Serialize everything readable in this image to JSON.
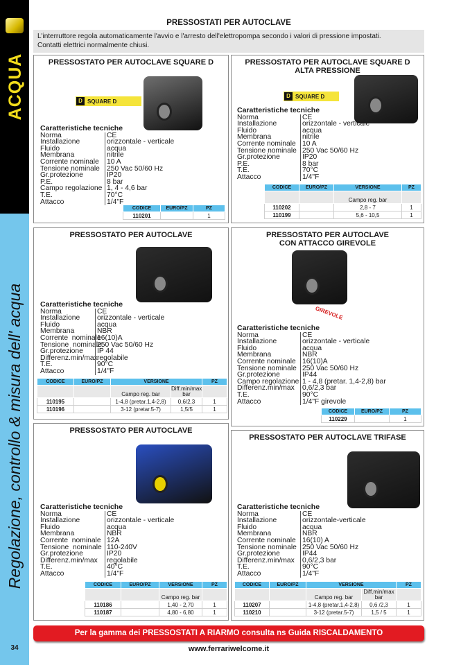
{
  "sidebar": {
    "section": "ACQUA",
    "category": "Regolazione, controllo & misura dell' acqua",
    "page_number": "34"
  },
  "header": {
    "title": "PRESSOSTATI PER AUTOCLAVE",
    "intro_line1": "L'interruttore regola automaticamente l'avvio e l'arresto dell'elettropompa secondo i valori di pressione impostati.",
    "intro_line2": "Contatti elettrici normalmente chiusi."
  },
  "products": [
    {
      "title": [
        "PRESSOSTATO PER AUTOCLAVE SQUARE D"
      ],
      "logo": "SQUARE D",
      "image_color": "#6e6e6e",
      "specs_heading": "Caratteristiche tecniche",
      "specs": [
        [
          "Norma",
          "CE"
        ],
        [
          "Installazione",
          "orizzontale - verticale"
        ],
        [
          "Fluido",
          "acqua"
        ],
        [
          "Membrana",
          "nitrile"
        ],
        [
          "Corrente nominale",
          "10 A"
        ],
        [
          "Tensione nominale",
          "250 Vac 50/60 Hz"
        ],
        [
          "Gr.protezione",
          "IP20"
        ],
        [
          "P.E.",
          "8 bar"
        ],
        [
          "Campo regolazione",
          "1, 4 - 4,6 bar"
        ],
        [
          "T.E.",
          "70°C"
        ],
        [
          "Attacco",
          "1/4\"F"
        ]
      ],
      "table": {
        "headers": [
          [
            "CODICE",
            1
          ],
          [
            "EURO/PZ",
            1
          ],
          [
            "PZ",
            1
          ]
        ],
        "subheaders": null,
        "rows": [
          [
            "110201",
            "",
            "1"
          ]
        ]
      }
    },
    {
      "title": [
        "PRESSOSTATO PER AUTOCLAVE SQUARE D",
        "ALTA PRESSIONE"
      ],
      "logo": "SQUARE D",
      "image_color": "#3a3a3a",
      "specs_heading": "Caratteristiche tecniche",
      "specs": [
        [
          "Norma",
          "CE"
        ],
        [
          "Installazione",
          "orizzontale - verticale"
        ],
        [
          "Fluido",
          "acqua"
        ],
        [
          "Membrana",
          "nitrile"
        ],
        [
          "Corrente nominale",
          "10 A"
        ],
        [
          "Tensione nominale",
          "250 Vac 50/60 Hz"
        ],
        [
          "Gr.protezione",
          "IP20"
        ],
        [
          "P.E.",
          "8 bar"
        ],
        [
          "T.E.",
          "70°C"
        ],
        [
          "Attacco",
          "1/4\"F"
        ]
      ],
      "table": {
        "headers": [
          [
            "CODICE",
            1
          ],
          [
            "EURO/PZ",
            1
          ],
          [
            "VERSIONE",
            1
          ],
          [
            "PZ",
            1
          ]
        ],
        "subheaders": [
          "",
          "",
          "Campo reg. bar",
          ""
        ],
        "rows": [
          [
            "110202",
            "",
            "2,8 - 7",
            "1"
          ],
          [
            "110199",
            "",
            "5,6 - 10,5",
            "1"
          ]
        ]
      }
    },
    {
      "title": [
        "PRESSOSTATO PER AUTOCLAVE"
      ],
      "image_color": "#2c2c2c",
      "specs_heading": "Caratteristiche tecniche",
      "specs": [
        [
          "Norma",
          "CE"
        ],
        [
          "Installazione",
          "orizzontale - verticale"
        ],
        [
          "Fluido",
          "acqua"
        ],
        [
          "Membrana",
          "NBR"
        ],
        [
          "Corrente  nominale",
          "16(10)A"
        ],
        [
          "Tensione  nominale",
          "250 Vac 50/60 Hz"
        ],
        [
          "Gr.protezione",
          "IP 44"
        ],
        [
          "Differenz.min/max",
          "regolabile"
        ],
        [
          "T.E.",
          "90°C"
        ],
        [
          "Attacco",
          "1/4\"F"
        ]
      ],
      "table": {
        "headers": [
          [
            "CODICE",
            1
          ],
          [
            "EURO/PZ",
            1
          ],
          [
            "VERSIONE",
            2
          ],
          [
            "PZ",
            1
          ]
        ],
        "subheaders": [
          "",
          "",
          "Campo reg. bar",
          "Diff.min/max bar",
          ""
        ],
        "rows": [
          [
            "110195",
            "",
            "1-4,8 (pretar.1,4-2,8)",
            "0,6/2,3",
            "1"
          ],
          [
            "110196",
            "",
            "3-12 (pretar.5-7)",
            "1,5/5",
            "1"
          ]
        ]
      }
    },
    {
      "title": [
        "PRESSOSTATO PER AUTOCLAVE",
        "CON ATTACCO GIREVOLE"
      ],
      "badge": "GIREVOLE",
      "image_color": "#2c2c2c",
      "specs_heading": "Caratteristiche tecniche",
      "specs": [
        [
          "Norma",
          "CE"
        ],
        [
          "Installazione",
          "orizzontale - verticale"
        ],
        [
          "Fluido",
          "acqua"
        ],
        [
          "Membrana",
          "NBR"
        ],
        [
          "Corrente nominale",
          "16(10)A"
        ],
        [
          "Tensione nominale",
          "250 Vac 50/60 Hz"
        ],
        [
          "Gr.protezione",
          "IP44"
        ],
        [
          "Campo regolazione",
          "1 - 4,8 (pretar. 1,4-2,8)  bar"
        ],
        [
          "Differenz.min/max",
          "0,6/2,3 bar"
        ],
        [
          "T.E.",
          "90°C"
        ],
        [
          "Attacco",
          "1/4\"F girevole"
        ]
      ],
      "table": {
        "headers": [
          [
            "CODICE",
            1
          ],
          [
            "EURO/PZ",
            1
          ],
          [
            "PZ",
            1
          ]
        ],
        "subheaders": null,
        "rows": [
          [
            "110229",
            "",
            "1"
          ]
        ]
      }
    },
    {
      "title": [
        "PRESSOSTATO PER AUTOCLAVE"
      ],
      "image_color": "#2a4fc0",
      "specs_heading": "Caratteristiche tecniche",
      "specs": [
        [
          "Norma",
          "CE"
        ],
        [
          "Installazione",
          "orizzontale - verticale"
        ],
        [
          "Fluido",
          "acqua"
        ],
        [
          "Membrana",
          "NBR"
        ],
        [
          "Corrente  nominale",
          "12A"
        ],
        [
          "Tensione  nominale",
          "110-240V"
        ],
        [
          "Gr.protezione",
          "IP20"
        ],
        [
          "Differenz.min/max",
          "regolabile"
        ],
        [
          "T.E.",
          "40°C"
        ],
        [
          "Attacco",
          "1/4\"F"
        ]
      ],
      "table": {
        "headers": [
          [
            "CODICE",
            1
          ],
          [
            "EURO/PZ",
            1
          ],
          [
            "VERSIONE",
            1
          ],
          [
            "PZ",
            1
          ]
        ],
        "subheaders": [
          "",
          "",
          "Campo reg. bar",
          ""
        ],
        "rows": [
          [
            "110186",
            "",
            "1,40 - 2,70",
            "1"
          ],
          [
            "110187",
            "",
            "4,80 - 6,80",
            "1"
          ]
        ]
      }
    },
    {
      "title": [
        "PRESSOSTATO PER AUTOCLAVE TRIFASE"
      ],
      "image_color": "#2c2c2c",
      "specs_heading": "Caratteristiche tecniche",
      "specs": [
        [
          "Norma",
          "CE"
        ],
        [
          "Installazione",
          "orizzontale-verticale"
        ],
        [
          "Fluido",
          "acqua"
        ],
        [
          "Membrana",
          "NBR"
        ],
        [
          "Corrente nominale",
          "16(10) A"
        ],
        [
          "Tensione nominale",
          "250 Vac 50/60 Hz"
        ],
        [
          "Gr.protezione",
          "IP44"
        ],
        [
          "Differenz.min/max",
          "0,6/2,3 bar"
        ],
        [
          "T.E.",
          "90°C"
        ],
        [
          "Attacco",
          "1/4\"F"
        ]
      ],
      "table": {
        "headers": [
          [
            "CODICE",
            1
          ],
          [
            "EURO/PZ",
            1
          ],
          [
            "VERSIONE",
            2
          ],
          [
            "PZ",
            1
          ]
        ],
        "subheaders": [
          "",
          "",
          "Campo reg. bar",
          "Diff.min/max bar",
          ""
        ],
        "rows": [
          [
            "110207",
            "",
            "1-4,8 (pretar.1,4-2,8)",
            "0,6 /2,3",
            "1"
          ],
          [
            "110210",
            "",
            "3-12 (pretar.5-7)",
            "1,5 / 5",
            "1"
          ]
        ]
      }
    }
  ],
  "footer": {
    "banner": "Per la gamma dei PRESSOSTATI A RIARMO  consulta ns Guida RISCALDAMENTO",
    "url": "www.ferrariwelcome.it"
  }
}
